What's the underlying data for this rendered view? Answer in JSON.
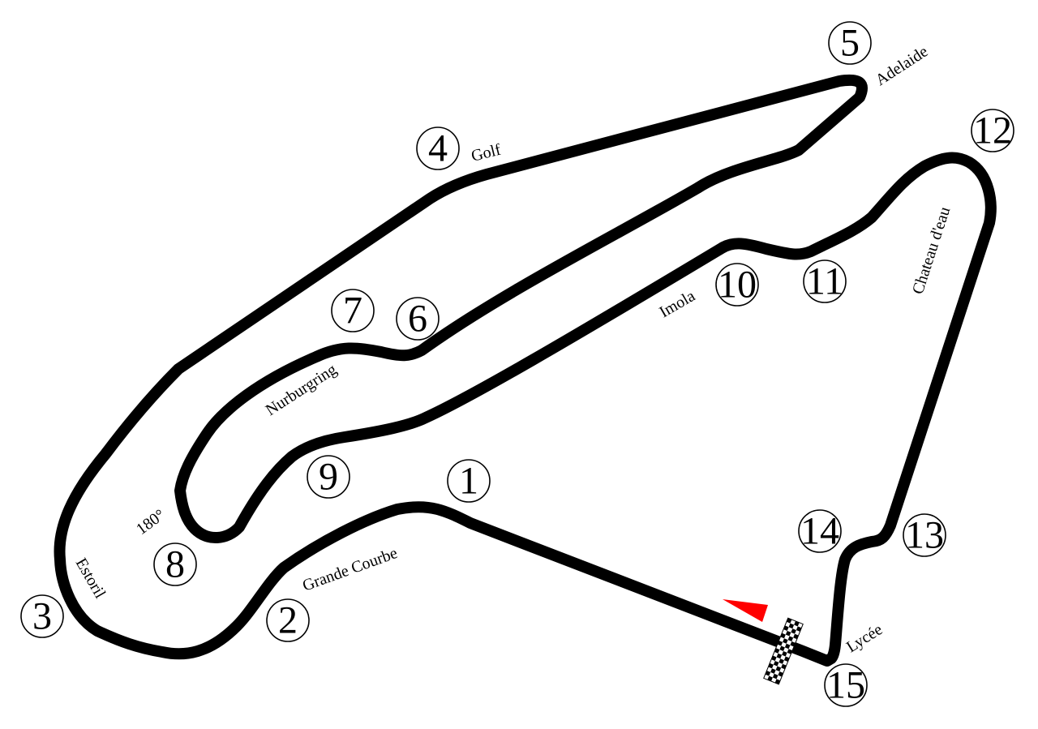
{
  "turns": [
    {
      "number": "1"
    },
    {
      "number": "2"
    },
    {
      "number": "3"
    },
    {
      "number": "4"
    },
    {
      "number": "5"
    },
    {
      "number": "6"
    },
    {
      "number": "7"
    },
    {
      "number": "8"
    },
    {
      "number": "9"
    },
    {
      "number": "10"
    },
    {
      "number": "11"
    },
    {
      "number": "12"
    },
    {
      "number": "13"
    },
    {
      "number": "14"
    },
    {
      "number": "15"
    }
  ],
  "corners": {
    "golf": "Golf",
    "adelaide": "Adelaide",
    "chateau_deau": "Chateau d'eau",
    "imola": "Imola",
    "nurburgring": "Nurburgring",
    "deg180": "180°",
    "estoril": "Estoril",
    "grande_courbe": "Grande Courbe",
    "lycee": "Lycée"
  },
  "colors": {
    "track": "#000000",
    "direction_arrow": "#ff0000",
    "finish_line_dark": "#000000",
    "finish_line_light": "#ffffff"
  },
  "icons": [
    "direction-arrow-icon",
    "checkered-flag-icon"
  ]
}
